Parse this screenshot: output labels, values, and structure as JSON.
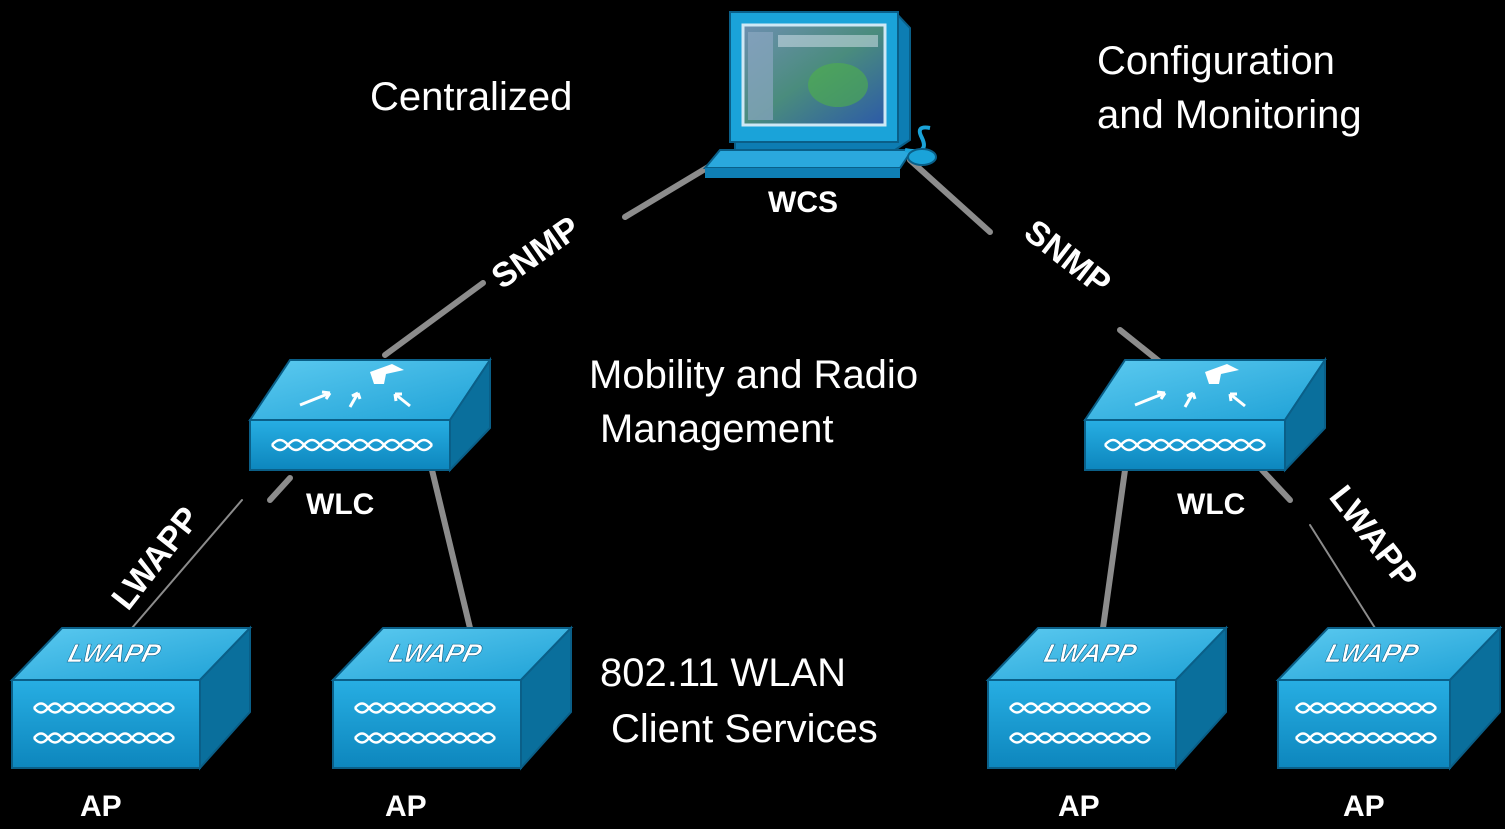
{
  "annotations": {
    "centralized": "Centralized",
    "config_line1": "Configuration",
    "config_line2": "and Monitoring",
    "mobility_line1": "Mobility and Radio",
    "mobility_line2": "Management",
    "wlan_line1": "802.11 WLAN",
    "wlan_line2": "Client Services"
  },
  "nodes": {
    "wcs": "WCS",
    "wlc_left": "WLC",
    "wlc_right": "WLC",
    "ap_1": "AP",
    "ap_2": "AP",
    "ap_3": "AP",
    "ap_4": "AP",
    "ap_face_text": "LWAPP"
  },
  "links": {
    "snmp_left": "SNMP",
    "snmp_right": "SNMP",
    "lwapp_left": "LWAPP",
    "lwapp_right": "LWAPP"
  },
  "colors": {
    "background": "#000000",
    "device_blue": "#1aa3d9",
    "device_blue_dark": "#0a6f9c",
    "device_top": "#2fb5e8",
    "link_gray": "#8c8c8c",
    "text": "#ffffff"
  }
}
